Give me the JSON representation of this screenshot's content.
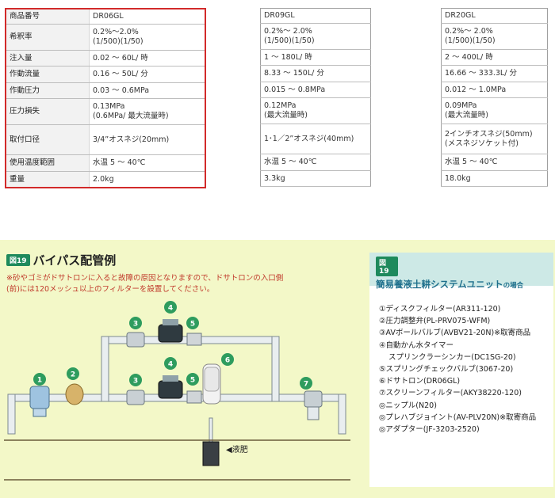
{
  "dr06": {
    "rows": [
      {
        "label": "商品番号",
        "value": "DR06GL"
      },
      {
        "label": "希釈率",
        "value": "0.2%～2.0%",
        "value2": "(1/500)(1/50)"
      },
      {
        "label": "注入量",
        "value": "0.02 ～ 60L/ 時"
      },
      {
        "label": "作動流量",
        "value": "0.16 ～ 50L/ 分"
      },
      {
        "label": "作動圧力",
        "value": "0.03 ～ 0.6MPa"
      },
      {
        "label": "圧力損失",
        "value": "0.13MPa",
        "value2": "(0.6MPa/ 最大流量時)"
      },
      {
        "label": "取付口径",
        "value": "3/4”オスネジ(20mm)"
      },
      {
        "label": "使用温度範囲",
        "value": "水温 5 ～ 40℃"
      },
      {
        "label": "重量",
        "value": "2.0kg"
      }
    ]
  },
  "dr09": {
    "rows": [
      {
        "value": "DR09GL"
      },
      {
        "value": "0.2%～ 2.0%",
        "value2": "(1/500)(1/50)"
      },
      {
        "value": "1 ～ 180L/ 時"
      },
      {
        "value": "8.33 ～ 150L/ 分"
      },
      {
        "value": "0.015 ～ 0.8MPa"
      },
      {
        "value": "0.12MPa",
        "value2": "(最大流量時)"
      },
      {
        "value": "1･1／2”オスネジ(40mm)"
      },
      {
        "value": "水温 5 ～ 40℃"
      },
      {
        "value": "3.3kg"
      }
    ]
  },
  "dr20": {
    "rows": [
      {
        "value": "DR20GL"
      },
      {
        "value": "0.2%～ 2.0%",
        "value2": "(1/500)(1/50)"
      },
      {
        "value": "2 ～ 400L/ 時"
      },
      {
        "value": "16.66 ～ 333.3L/ 分"
      },
      {
        "value": "0.012 ～ 1.0MPa"
      },
      {
        "value": "0.09MPa",
        "value2": "(最大流量時)"
      },
      {
        "value": "2インチオスネジ(50mm)",
        "value2": "(メスネジソケット付)"
      },
      {
        "value": "水温 5 ～ 40℃"
      },
      {
        "value": "18.0kg"
      }
    ]
  },
  "bypass": {
    "badge": "図19",
    "title": "バイパス配管例",
    "note": "※砂やゴミがドサトロンに入ると故障の原因となりますので、ドサトロンの入口側(前)には120メッシュ以上のフィルターを設置してください。",
    "liquid_label": "◀液肥",
    "numbers": [
      "1",
      "2",
      "3",
      "4",
      "5",
      "6",
      "7"
    ]
  },
  "unit": {
    "badge": "図19",
    "title": "簡易養液土耕システムユニット",
    "title_suffix": "の場合",
    "items": [
      "①ディスクフィルター(AR311-120)",
      "②圧力調整弁(PL-PRV075-WFM)",
      "③AVボールバルブ(AVBV21-20N)※取寄商品",
      "④自動かん水タイマー",
      "スプリンクラーシンカー(DC1SG-20)",
      "⑤スプリングチェックバルブ(3067-20)",
      "⑥ドサトロン(DR06GL)",
      "⑦スクリーンフィルター(AKY38220-120)",
      "◎ニップル(N20)",
      "◎プレハブジョイント(AV-PLV20N)※取寄商品",
      "◎アダプター(JF-3203-2520)"
    ]
  },
  "colors": {
    "highlight_border": "#d22a2a",
    "section_bg": "#f3f8c8",
    "badge_green": "#1e8a5c",
    "panel_head": "#cde9e6",
    "title_blue": "#1e6f8c",
    "note_red": "#c0392b"
  }
}
